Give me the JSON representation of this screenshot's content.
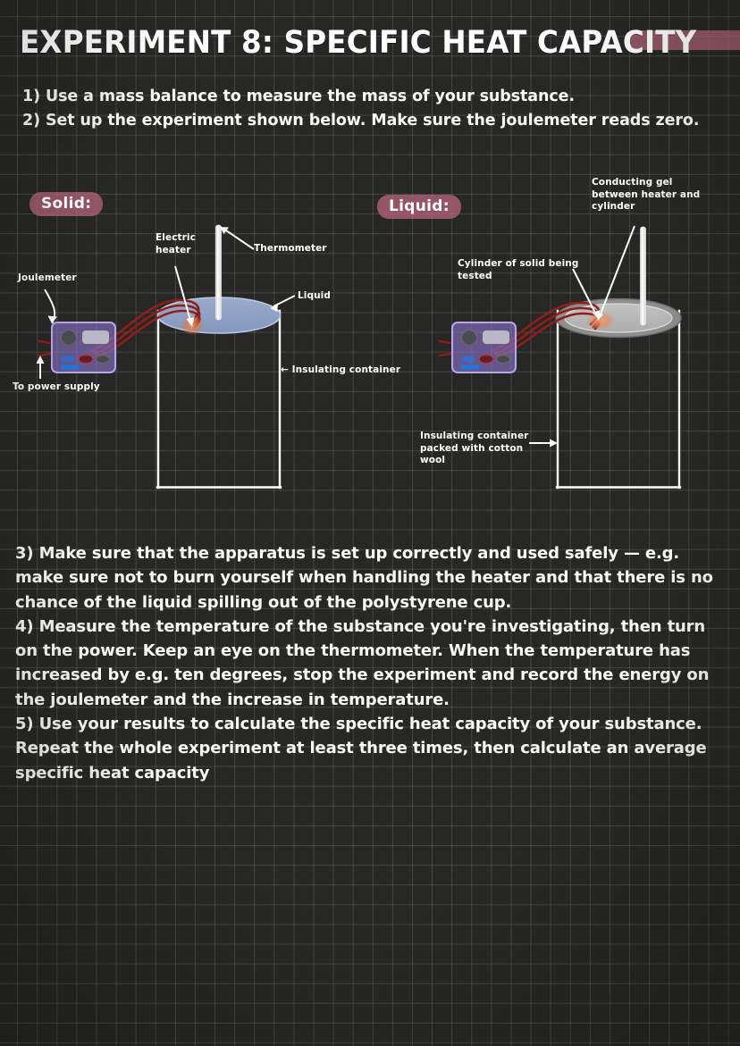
{
  "page": {
    "title": "EXPERIMENT 8: SPECIFIC HEAT CAPACITY",
    "background_color": "#272725",
    "grid_line_color": "#bebeb9",
    "accent_pink": "#b06378",
    "text_color": "#f7f7f5"
  },
  "intro_steps": [
    "1) Use a mass balance to measure the mass of your substance.",
    "2) Set up the experiment shown below. Make sure the joulemeter reads zero."
  ],
  "diagram": {
    "left": {
      "badge": "Solid:",
      "labels": {
        "joulemeter": "Joulemeter",
        "power_supply": "To power supply",
        "electric_heater": "Electric\nheater",
        "thermometer": "Thermometer",
        "liquid": "Liquid",
        "insulating_container": "← Insulating container"
      },
      "colors": {
        "joulemeter_body": "#8a74c8",
        "joulemeter_display": "#c9c9cf",
        "joulemeter_dial": "#4b4b52",
        "wire": "#8f1f18",
        "liquid_surface": "#8e9fc2",
        "container_outline": "#ffffff",
        "heater_glow": "#e4773f"
      }
    },
    "right": {
      "badge": "Liquid:",
      "labels": {
        "conducting_gel": "Conducting gel\nbetween heater and\ncylinder",
        "cylinder_of_solid": "Cylinder of solid being\ntested",
        "insulating_container_cotton": "Insulating container\npacked with cotton\nwool"
      },
      "colors": {
        "cylinder_top": "#b9b9b9",
        "cylinder_rim": "#6e6e6e",
        "gel": "#e8885a"
      }
    }
  },
  "body_steps": [
    "3) Make sure that the apparatus is set up correctly and used safely — e.g. make sure not to burn yourself when handling the heater and that there is no chance of the liquid spilling out of the polystyrene cup.",
    "4) Measure the temperature of the substance you're investigating, then turn on the power. Keep an eye on the thermometer. When the temperature has increased by e.g. ten degrees, stop the experiment and record the energy on the joulemeter and the increase in temperature.",
    "5) Use your results to calculate the specific heat capacity of your substance. Repeat the whole experiment at least three times, then calculate an average specific heat capacity"
  ]
}
